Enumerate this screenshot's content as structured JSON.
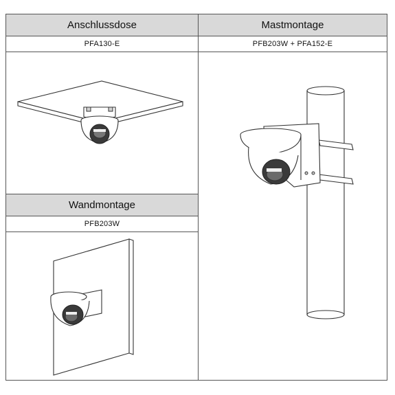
{
  "sections": [
    {
      "title": "Anschlussdose",
      "model": "PFA130-E"
    },
    {
      "title": "Mastmontage",
      "model": "PFB203W + PFA152-E"
    },
    {
      "title": "Wandmontage",
      "model": "PFB203W"
    }
  ],
  "icons": [
    "ceiling-mount-camera-illustration",
    "pole-mount-camera-illustration",
    "wall-mount-camera-illustration"
  ],
  "colors": {
    "header_bg": "#d9d9d9",
    "border": "#555555"
  }
}
